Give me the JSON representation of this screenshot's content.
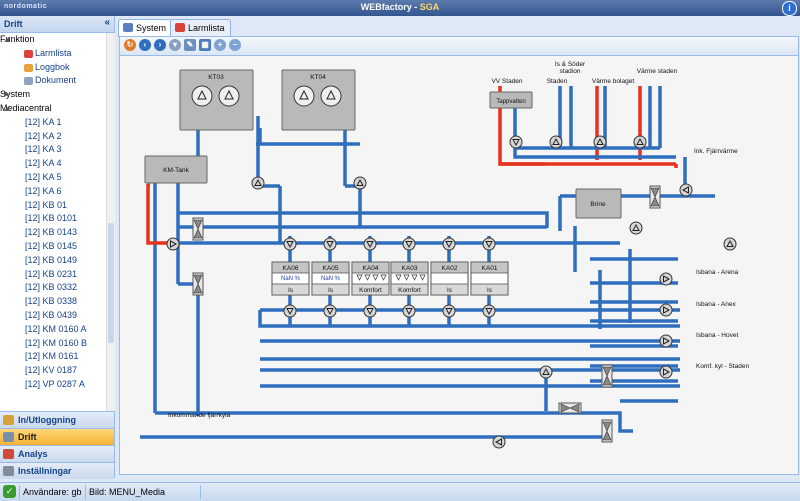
{
  "titlebar": {
    "logo": "nordomatic",
    "title_app": "WEBfactory",
    "title_sep": " - ",
    "title_site": "SGA",
    "info_icon": "i"
  },
  "left": {
    "header": "Drift",
    "collapse_icon": "«",
    "tree": [
      {
        "type": "group",
        "label": "Funktion"
      },
      {
        "type": "fn",
        "label": "Larmlista",
        "color": "#d9413a"
      },
      {
        "type": "fn",
        "label": "Loggbok",
        "color": "#e8a33a"
      },
      {
        "type": "fn",
        "label": "Dokument",
        "color": "#8fa3c2"
      },
      {
        "type": "group",
        "label": "System"
      },
      {
        "type": "group",
        "label": "Mediacentral"
      },
      {
        "type": "item",
        "label": "[12] KA 1"
      },
      {
        "type": "item",
        "label": "[12] KA 2"
      },
      {
        "type": "item",
        "label": "[12] KA 3"
      },
      {
        "type": "item",
        "label": "[12] KA 4"
      },
      {
        "type": "item",
        "label": "[12] KA 5"
      },
      {
        "type": "item",
        "label": "[12] KA 6"
      },
      {
        "type": "item",
        "label": "[12] KB 01"
      },
      {
        "type": "item",
        "label": "[12] KB 0101"
      },
      {
        "type": "item",
        "label": "[12] KB 0143"
      },
      {
        "type": "item",
        "label": "[12] KB 0145"
      },
      {
        "type": "item",
        "label": "[12] KB 0149"
      },
      {
        "type": "item",
        "label": "[12] KB 0231"
      },
      {
        "type": "item",
        "label": "[12] KB 0332"
      },
      {
        "type": "item",
        "label": "[12] KB 0338"
      },
      {
        "type": "item",
        "label": "[12] KB 0439"
      },
      {
        "type": "item",
        "label": "[12] KM 0160 A"
      },
      {
        "type": "item",
        "label": "[12] KM 0160 B"
      },
      {
        "type": "item",
        "label": "[12] KM 0161"
      },
      {
        "type": "item",
        "label": "[12] KV 0187"
      },
      {
        "type": "item",
        "label": "[12] VP 0287 A"
      }
    ],
    "accordion": [
      {
        "label": "In/Utloggning",
        "color": "#d6a23c",
        "active": false
      },
      {
        "label": "Drift",
        "color": "#7b8ea8",
        "active": true
      },
      {
        "label": "Analys",
        "color": "#d04a3a",
        "active": false
      },
      {
        "label": "Inställningar",
        "color": "#7f8c9b",
        "active": false
      }
    ]
  },
  "main": {
    "tabs": [
      {
        "label": "System",
        "color": "#5a7fc0",
        "active": true
      },
      {
        "label": "Larmlista",
        "color": "#d9413a",
        "active": false
      }
    ]
  },
  "diagram": {
    "colors": {
      "hot": "#e5321c",
      "cold": "#2f6ebf",
      "box": "#b9b9b9"
    },
    "chillers": [
      "KT03",
      "KT04"
    ],
    "units": [
      {
        "name": "KA06",
        "value": "NaN %",
        "mode": "Is"
      },
      {
        "name": "KA05",
        "value": "NaN %",
        "mode": "Is"
      },
      {
        "name": "KA04",
        "value": "",
        "mode": "Komfort"
      },
      {
        "name": "KA03",
        "value": "",
        "mode": "Komfort"
      },
      {
        "name": "KA02",
        "value": "",
        "mode": "Is"
      },
      {
        "name": "KA01",
        "value": "",
        "mode": "Is"
      }
    ],
    "labels": {
      "km_tank": "KM-Tank",
      "brine": "Brine",
      "tappvatten": "Tappvatten",
      "vv_staden": "VV Staden",
      "staden": "Staden",
      "is_soder_1": "Is & Söder",
      "is_soder_2": "stadion",
      "varme_bolaget": "Värme bolaget",
      "varme_staden": "Värme staden",
      "ink_fjarrvarme": "Ink. Fjärrvärme",
      "isbana_arena": "Isbana - Arena",
      "isbana_anex": "Isbana - Anex",
      "isbana_hovet": "Isbana - Hovet",
      "komf_kyl": "Komf. kyl - Staden",
      "inkommande": "Inkommande fjärrkyla"
    }
  },
  "status": {
    "user": "Användare: gb",
    "image": "Bild: MENU_Media",
    "ok_icon": "✓"
  }
}
